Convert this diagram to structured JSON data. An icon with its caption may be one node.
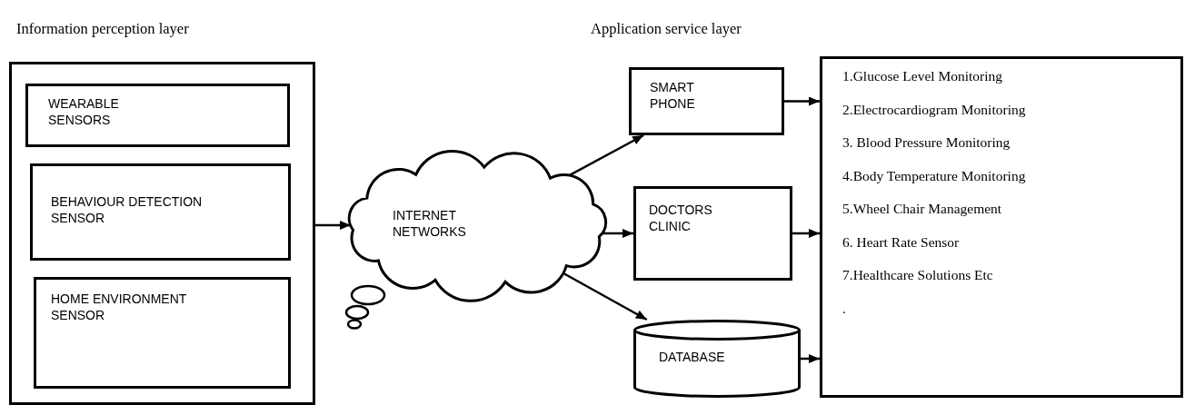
{
  "diagram": {
    "nodes": [
      {
        "text": [],
        "shape": "box"
      },
      {
        "text": [
          "WEARABLE SENSORS"
        ],
        "in": 0
      },
      {
        "text": [
          "BEHAVIOUR DETECTION SENSOR"
        ],
        "in": 0
      },
      {
        "text": [
          "HOME ENVIRONMENT SENSOR"
        ],
        "in": 0
      },
      {
        "text": [
          "INTERNET NETWORKS"
        ]
      },
      {
        "text": [
          "SMART PHONE"
        ]
      },
      {
        "text": [
          "DOCTORS CLINIC"
        ]
      },
      {
        "text": [
          "DATABASE"
        ]
      },
      {
        "text": [
          "1.Glucose Level Monitoring",
          "2.Electrocardiogram Monitoring",
          "3. Blood Pressure Monitoring",
          "4.Body Temperature Monitoring",
          "5.Wheel Chair Management",
          "6. Heart Rate Sensor",
          "7.Healthcare Solutions Etc",
          "."
        ]
      }
    ],
    "edges": [
      {
        "from": 0,
        "to": 4,
        "arrow": "to"
      },
      {
        "from": 4,
        "to": 5,
        "arrow": "to"
      },
      {
        "from": 4,
        "to": 6,
        "arrow": "to"
      },
      {
        "from": 4,
        "to": 7,
        "arrow": "to"
      },
      {
        "from": 5,
        "to": 8,
        "arrow": "to"
      },
      {
        "from": 6,
        "to": 8,
        "arrow": "to"
      },
      {
        "from": 7,
        "to": 8,
        "arrow": "to"
      }
    ],
    "labels": [
      "Information perception layer",
      "Application service layer"
    ]
  }
}
